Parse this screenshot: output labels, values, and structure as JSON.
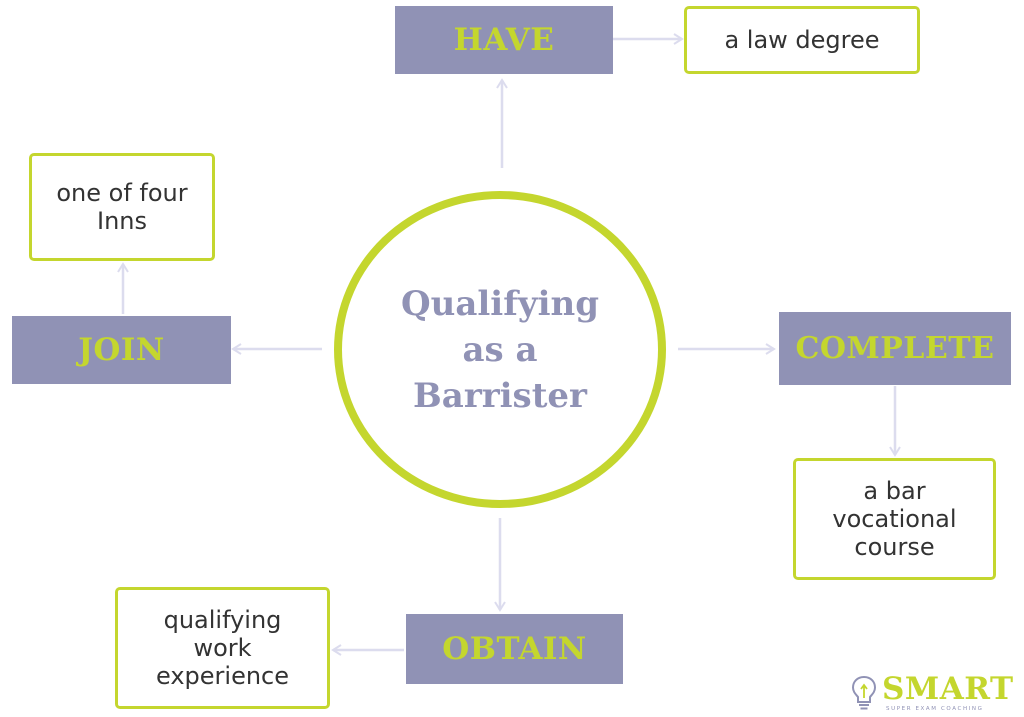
{
  "diagram": {
    "center": {
      "title": "Qualifying as a Barrister"
    },
    "actions": {
      "have": "HAVE",
      "complete": "COMPLETE",
      "obtain": "OBTAIN",
      "join": "JOIN"
    },
    "details": {
      "have": "a law degree",
      "complete": "a bar vocational course",
      "obtain": "qualifying work experience",
      "join": "one of four Inns"
    }
  },
  "logo": {
    "name": "SMART",
    "tagline": "SUPER EXAM COACHING",
    "icon": "lightbulb-icon"
  },
  "colors": {
    "accent_green": "#c4d62e",
    "accent_purple": "#9092b5",
    "connector": "#dcdcee",
    "text": "#333333"
  }
}
